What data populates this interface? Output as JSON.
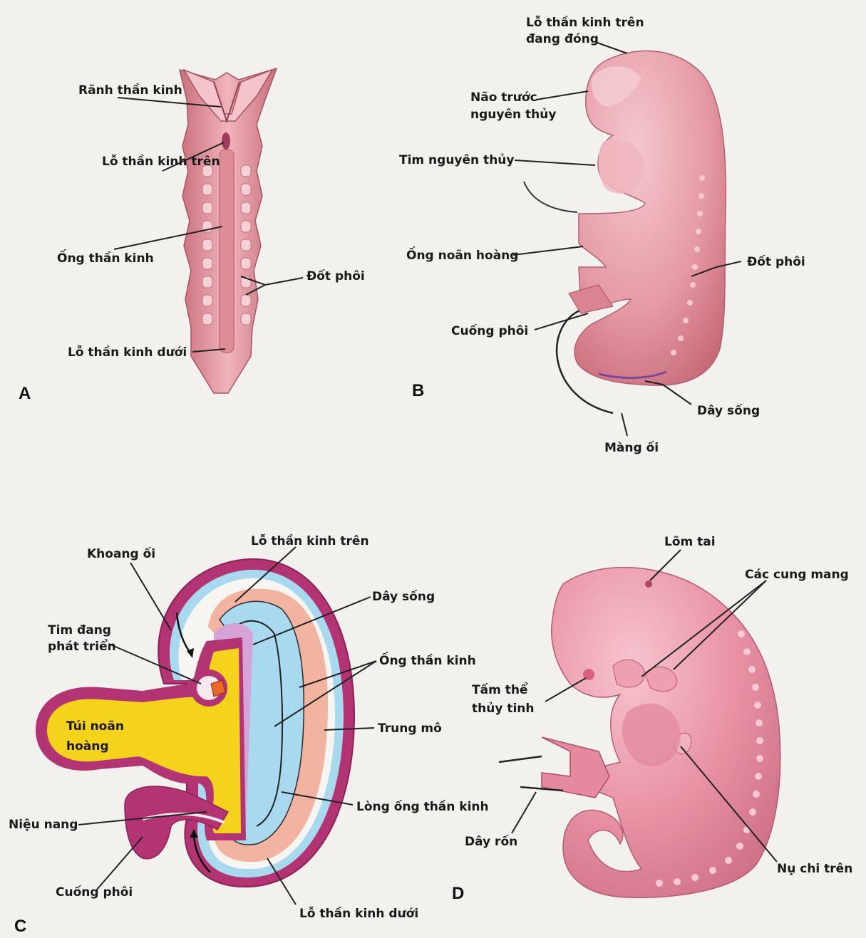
{
  "panels": {
    "a": {
      "letter": "A",
      "labels": {
        "neural_groove": "Rãnh thần kinh",
        "cranial_neuropore": "Lỗ thần kinh trên",
        "neural_tube": "Ống thần kinh",
        "somites": "Đốt phôi",
        "caudal_neuropore": "Lỗ thần kinh dưới"
      }
    },
    "b": {
      "letter": "B",
      "labels": {
        "cranial_neuropore_closing_1": "Lỗ thần kinh trên",
        "cranial_neuropore_closing_2": "đang đóng",
        "primitive_forebrain_1": "Não trước",
        "primitive_forebrain_2": "nguyên thủy",
        "primitive_heart": "Tim nguyên thủy",
        "vitelline_duct": "Ống noãn hoàng",
        "somites": "Đốt phôi",
        "connecting_stalk": "Cuống phôi",
        "notochord": "Dây sống",
        "amnion": "Màng ối"
      }
    },
    "c": {
      "letter": "C",
      "labels": {
        "amniotic_cavity": "Khoang ối",
        "cranial_neuropore": "Lỗ thần kinh trên",
        "notochord": "Dây sống",
        "developing_heart_1": "Tim đang",
        "developing_heart_2": "phát triển",
        "neural_tube": "Ống thần kinh",
        "yolk_sac_1": "Túi noãn",
        "yolk_sac_2": "hoàng",
        "mesenchyme": "Trung mô",
        "neural_canal": "Lòng ống thần kinh",
        "allantois": "Niệu nang",
        "connecting_stalk": "Cuống phôi",
        "caudal_neuropore": "Lỗ thần kinh dưới"
      }
    },
    "d": {
      "letter": "D",
      "labels": {
        "otic_pit": "Lõm tai",
        "pharyngeal_arches": "Các cung mang",
        "lens_placode_1": "Tấm thể",
        "lens_placode_2": "thủy tinh",
        "umbilical_cord": "Dây rốn",
        "upper_limb_bud": "Nụ chi trên"
      }
    }
  },
  "colors": {
    "tissue_pink": "#e9a0a8",
    "tissue_dark": "#cf7783",
    "yolk_yellow": "#f5d21c",
    "magenta": "#b0306f",
    "light_blue": "#a9dbee",
    "salmon": "#f2b4a0",
    "lavender": "#d6a3d6"
  }
}
